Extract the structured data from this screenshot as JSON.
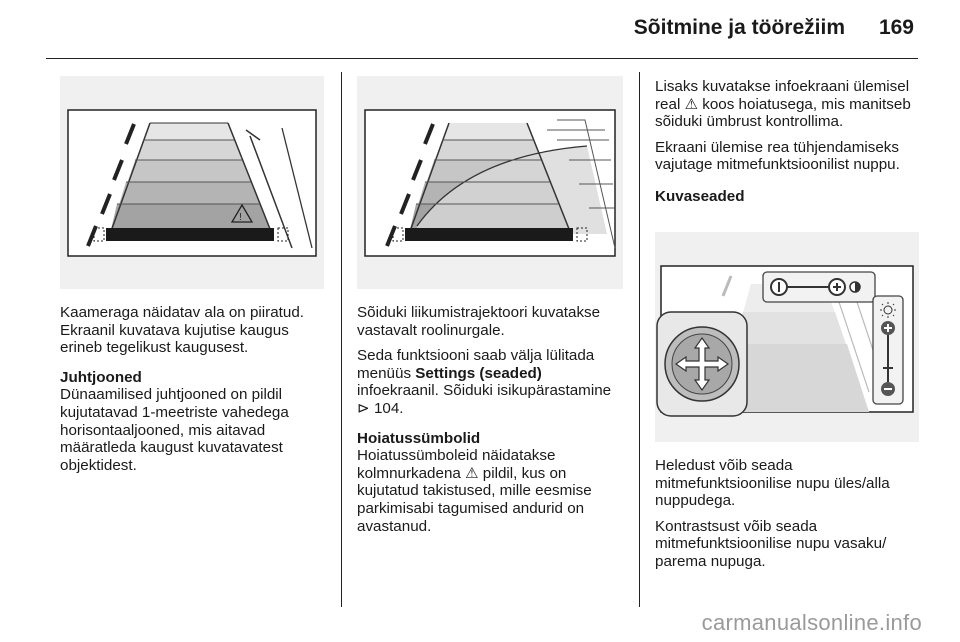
{
  "header": {
    "title": "Sõitmine ja töörežiim",
    "page_number": "169"
  },
  "col1": {
    "caption": "Kaameraga näidatav ala on piiratud. Ekraanil kuvatava kujutise kaugus erineb tegelikust kaugusest.",
    "heading": "Juhtjooned",
    "body": "Dünaamilised juhtjooned on pildil kujutatavad 1-meetriste vahedega horisontaaljooned, mis aitavad määratleda kaugust kuvatavatest objektidest."
  },
  "col2": {
    "caption": "Sõiduki liikumistrajektoori kuvatakse vastavalt roolinurgale.",
    "p2_before": "Seda funktsiooni saab välja lülitada menüüs",
    "p2_bold": "Settings (seaded)",
    "p2_after": "infoekraanil. Sõiduki isikupärastamine",
    "p2_ref_icon": "arrow-ref-icon",
    "p2_ref": "104.",
    "heading": "Hoiatussümbolid",
    "body_before": "Hoiatussümboleid näidatakse kolmnurkadena",
    "warning_icon": "warning-triangle-icon",
    "body_after": "pildil, kus on kujutatud takistused, mille eesmise parkimisabi tagumised andurid on avastanud."
  },
  "col3": {
    "p1_before": "Lisaks kuvatakse infoekraani ülemisel real",
    "p1_icon": "warning-triangle-icon",
    "p1_after": "koos hoiatusega, mis manitseb sõiduki ümbrust kontrollima.",
    "p2": "Ekraani ülemise rea tühjendamiseks vajutage mitmefunktsioonilist nuppu.",
    "heading": "Kuvaseaded",
    "p3": "Heledust võib seada mitmefunktsioonilise nupu üles/alla nuppudega.",
    "p4": "Kontrastsust võib seada mitmefunktsioonilise nupu vasaku/ parema nupuga."
  },
  "footer": {
    "watermark": "carmanualsonline.info"
  }
}
